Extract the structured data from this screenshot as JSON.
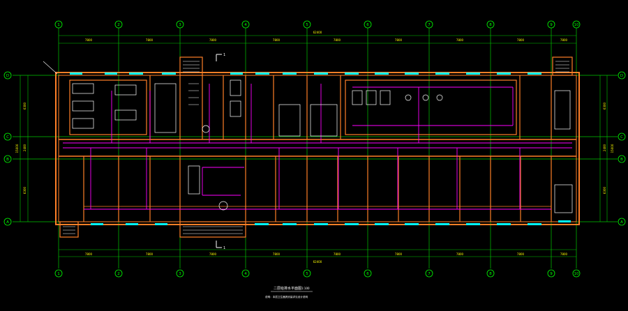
{
  "drawing": {
    "title": "二层给排水平面图",
    "scale": "1:100",
    "note": "说明：本层卫生器具安装详见设计说明"
  },
  "grid": {
    "columns": [
      "1",
      "2",
      "3",
      "4",
      "5",
      "6",
      "7",
      "8",
      "9",
      "10"
    ],
    "rows_left": [
      "D",
      "C",
      "B",
      "A"
    ],
    "rows_right": [
      "D",
      "C",
      "B",
      "A"
    ]
  },
  "dimensions": {
    "top_bays": [
      "7800",
      "7800",
      "7800",
      "7800",
      "7800",
      "7800",
      "7800",
      "7800",
      "7800"
    ],
    "top_total": "62400",
    "bottom_bays": [
      "7800",
      "7800",
      "7800",
      "7800",
      "7800",
      "7800",
      "7800",
      "7800",
      "7800"
    ],
    "bottom_total": "62400",
    "left_spans": [
      "6300",
      "2400",
      "6300"
    ],
    "left_total": "15000",
    "right_spans": [
      "6300",
      "2400",
      "6300"
    ],
    "right_total": "15000"
  },
  "section_marks": {
    "top": "1",
    "bottom": "1"
  },
  "colors": {
    "background": "#000000",
    "walls": "#ff7f27",
    "grid_lines": "#00c800",
    "axis_bubbles": "#00ff00",
    "pipes": "#ff00ff",
    "fixtures": "#ffffff",
    "windows": "#00ffff",
    "text": "#ffff00"
  }
}
